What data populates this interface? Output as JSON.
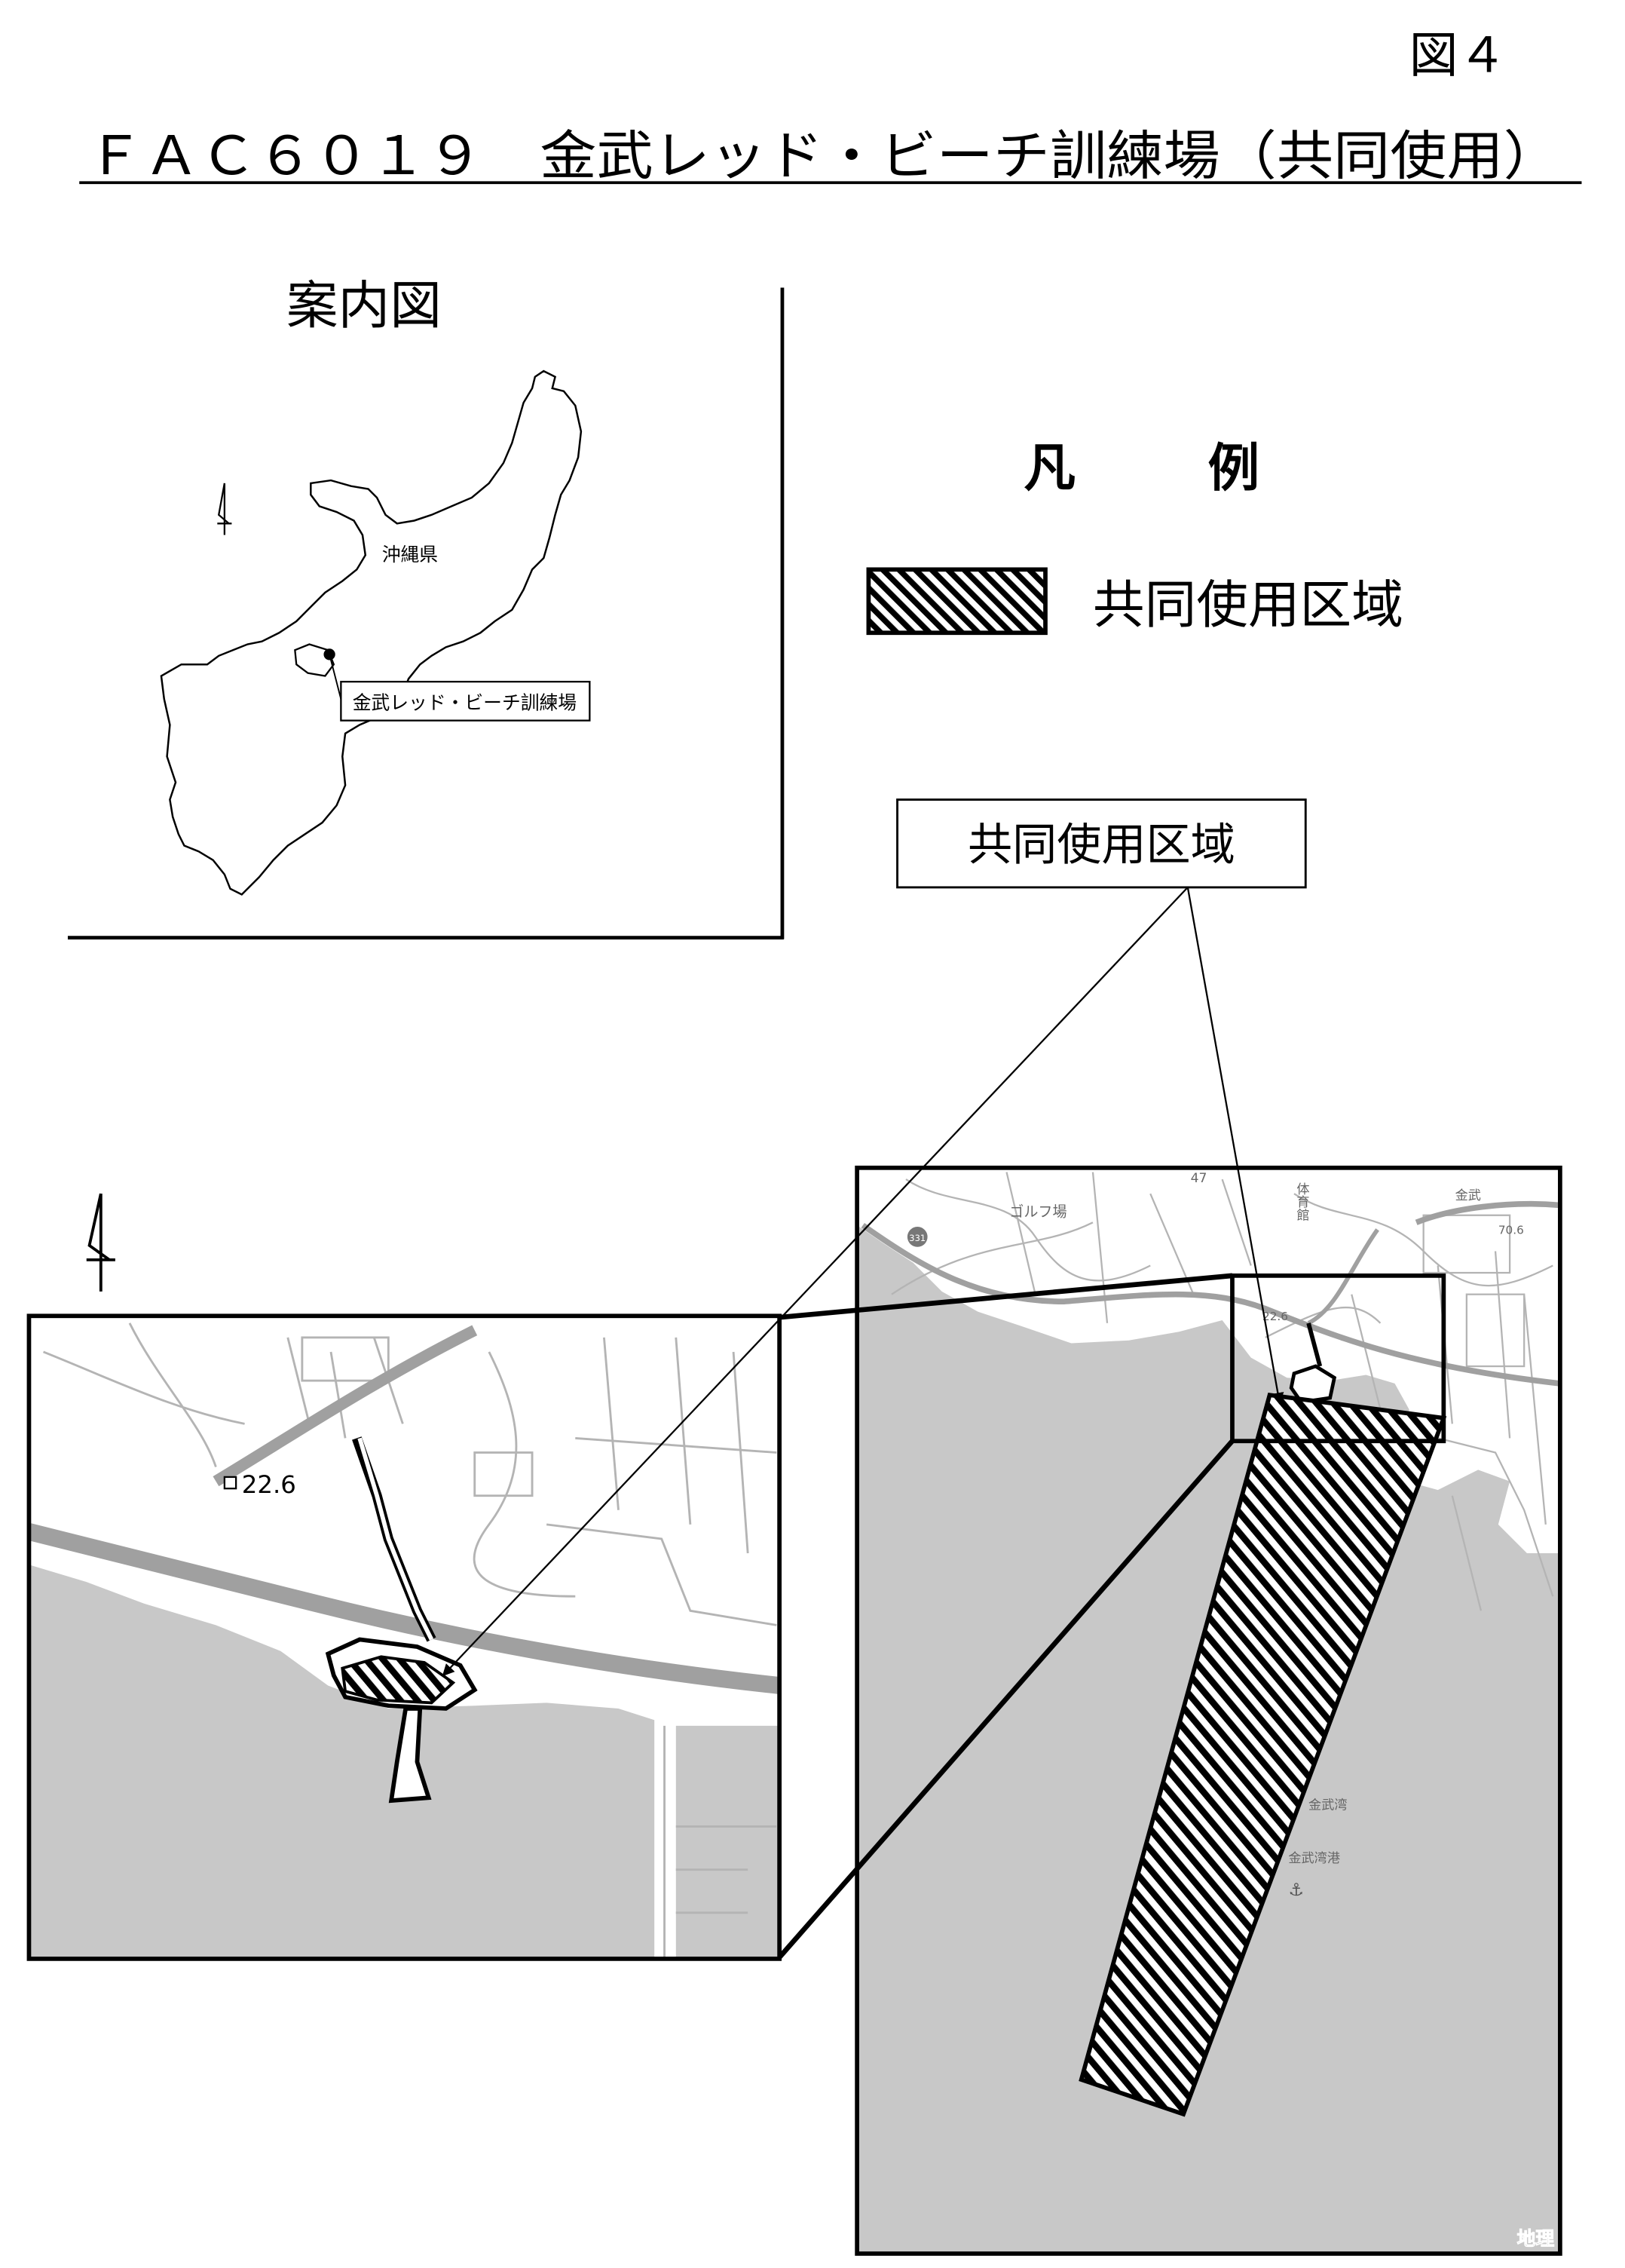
{
  "figure_number": "図４",
  "title": "ＦＡＣ６０１９　金武レッド・ビーチ訓練場（共同使用）",
  "index_map": {
    "title": "案内図",
    "prefecture_label": "沖縄県",
    "site_label": "金武レッド・ビーチ訓練場"
  },
  "legend": {
    "title_char_1": "凡",
    "title_char_2": "例",
    "item_label": "共同使用区域"
  },
  "callout": {
    "label": "共同使用区域"
  },
  "detail_map": {
    "elevation_point": "22.6"
  },
  "area_map": {
    "labels": {
      "golf": "ゴルフ場",
      "gym": "体育館",
      "kin": "金武",
      "elevation_1": "70.6",
      "elevation_2": "22.6",
      "bay": "金武湾",
      "port": "金武湾港",
      "route": "331",
      "road_no": "47",
      "credit": "地理"
    }
  },
  "colors": {
    "sea": "#c8c8c8",
    "road": "#a0a0a0",
    "map_lines": "#b4b4b4",
    "ink": "#000000"
  }
}
